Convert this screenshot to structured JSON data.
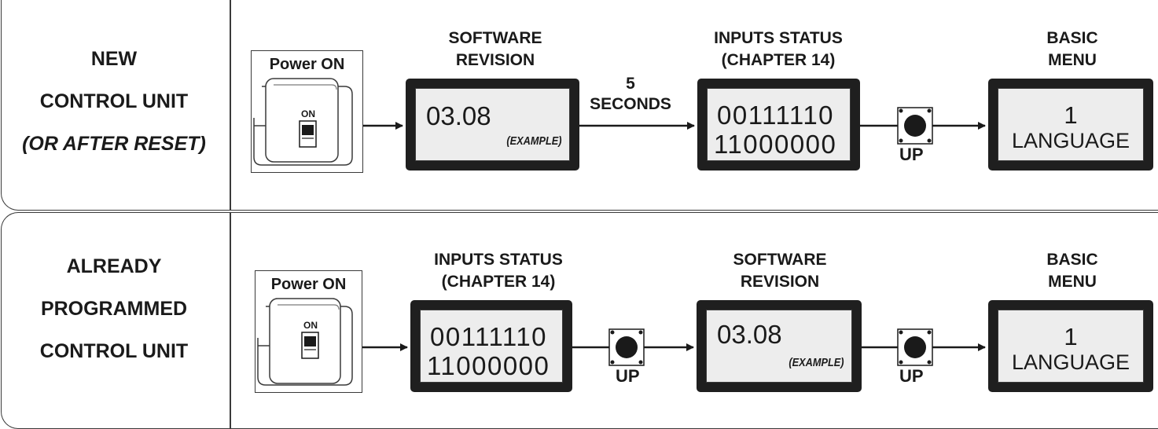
{
  "top_row": {
    "label_line1": "NEW",
    "label_line2": "CONTROL UNIT",
    "label_line3": "(OR AFTER RESET)",
    "power_title": "Power ON",
    "switch_text": "ON",
    "step1_title_l1": "SOFTWARE",
    "step1_title_l2": "REVISION",
    "step1_value": "03.08",
    "step1_note": "(EXAMPLE)",
    "delay_l1": "5",
    "delay_l2": "SECONDS",
    "step2_title_l1": "INPUTS STATUS",
    "step2_title_l2": "(CHAPTER 14)",
    "step2_line1": "00111110",
    "step2_line2": "11000000",
    "button_label": "UP",
    "step3_title_l1": "BASIC",
    "step3_title_l2": "MENU",
    "step3_num": "1",
    "step3_name": "LANGUAGE"
  },
  "bottom_row": {
    "label_line1": "ALREADY",
    "label_line2": "PROGRAMMED",
    "label_line3": "CONTROL UNIT",
    "power_title": "Power ON",
    "switch_text": "ON",
    "step1_title_l1": "INPUTS STATUS",
    "step1_title_l2": "(CHAPTER 14)",
    "step1_line1": "00111110",
    "step1_line2": "11000000",
    "button1_label": "UP",
    "step2_title_l1": "SOFTWARE",
    "step2_title_l2": "REVISION",
    "step2_value": "03.08",
    "step2_note": "(EXAMPLE)",
    "button2_label": "UP",
    "step3_title_l1": "BASIC",
    "step3_title_l2": "MENU",
    "step3_num": "1",
    "step3_name": "LANGUAGE"
  },
  "colors": {
    "display_bezel": "#1f1f1f",
    "screen": "#ededed",
    "line": "#1a1a1a"
  }
}
